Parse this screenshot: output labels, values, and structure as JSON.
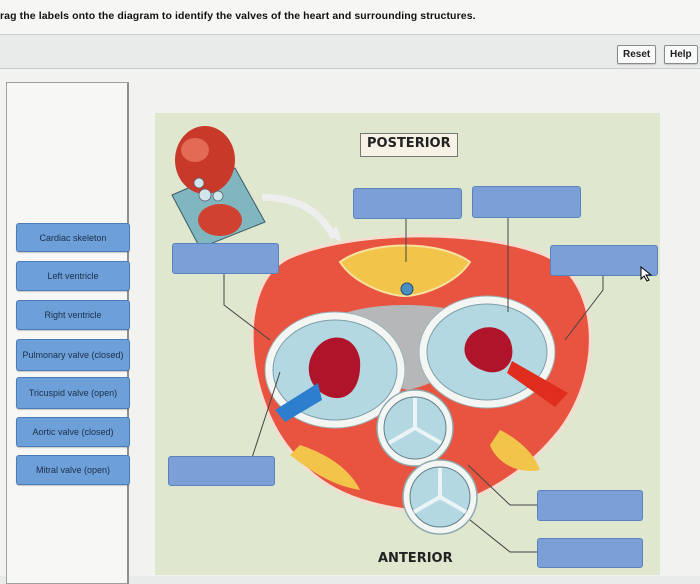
{
  "header": {
    "instruction": "rag the labels onto the diagram to identify the valves of the heart and surrounding structures."
  },
  "toolbar": {
    "reset_label": "Reset",
    "help_label": "Help"
  },
  "labels": [
    {
      "text": "Cardiac skeleton"
    },
    {
      "text": "Left ventricle"
    },
    {
      "text": "Right ventricle"
    },
    {
      "text": "Pulmonary valve (closed)"
    },
    {
      "text": "Tricuspid valve (open)"
    },
    {
      "text": "Aortic valve (closed)"
    },
    {
      "text": "Mitral valve (open)"
    }
  ],
  "diagram": {
    "posterior_label": "POSTERIOR",
    "anterior_label": "ANTERIOR",
    "drop_target_count_visible": 7
  },
  "colors": {
    "label_blue": "#6d9fd8",
    "target_blue": "#7b9fd6",
    "muscle_red": "#e8543f",
    "valve_blue": "#b4d8e2",
    "fat_yellow": "#f2c44a"
  }
}
